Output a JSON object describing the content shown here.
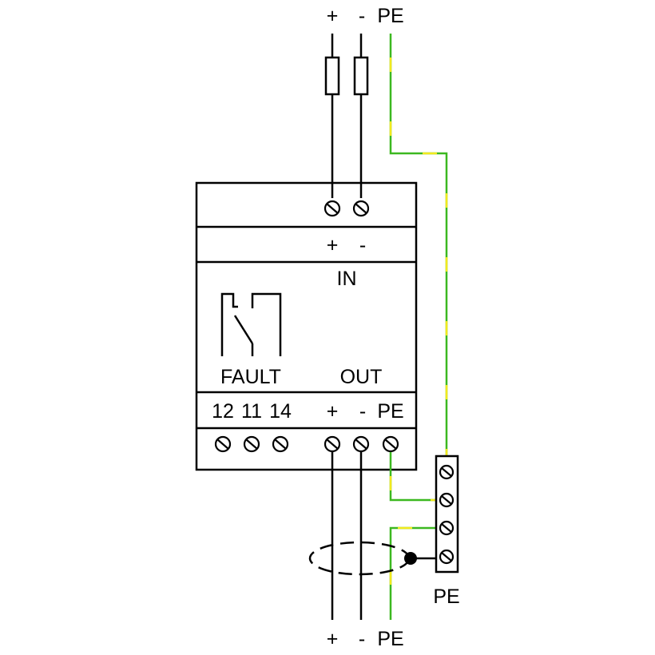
{
  "supply_labels": {
    "plus": "+",
    "minus": "-",
    "pe": "PE"
  },
  "input": {
    "plus": "+",
    "minus": "-",
    "title": "IN"
  },
  "fault": {
    "title": "FAULT",
    "terminals": [
      "12",
      "11",
      "14"
    ]
  },
  "output": {
    "title": "OUT",
    "plus": "+",
    "minus": "-",
    "pe": "PE"
  },
  "pe_bar": {
    "label": "PE"
  },
  "bottom_labels": {
    "plus": "+",
    "minus": "-",
    "pe": "PE"
  },
  "colors": {
    "wire": "#000000",
    "pe_green": "#3cb820",
    "pe_yellow": "#f2ea1d"
  }
}
